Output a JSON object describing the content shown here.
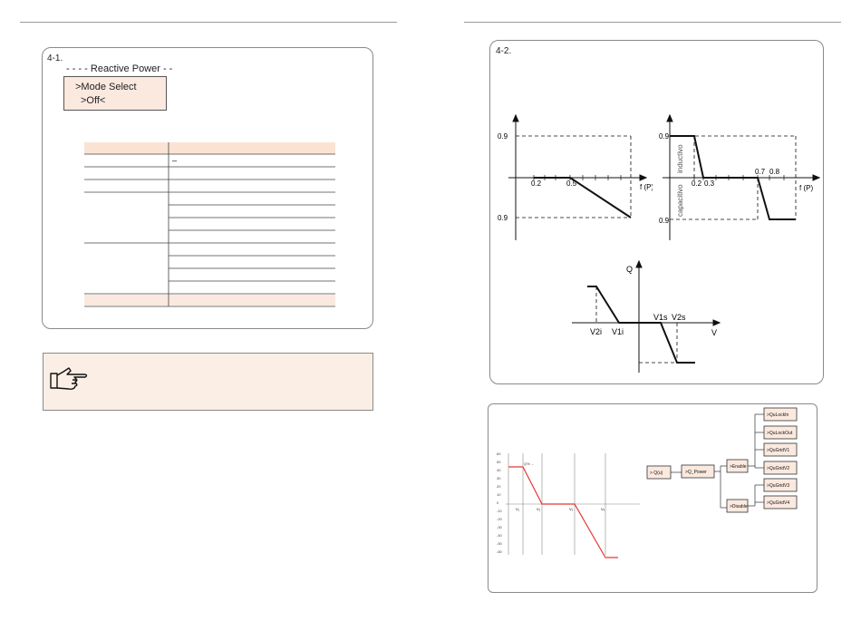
{
  "left_page": {
    "step": "4-1.",
    "lcd": {
      "header": "- - - -  Reactive Power - -",
      "line1": ">Mode Select",
      "line2": ">Off<"
    },
    "table": {
      "rows": [
        {
          "left": "",
          "right": ""
        },
        {
          "left": "",
          "right": "–"
        },
        {
          "left": "",
          "right": ""
        },
        {
          "left": "",
          "right": ""
        },
        {
          "left": "",
          "right": ""
        },
        {
          "left": "",
          "right": ""
        },
        {
          "left": "",
          "right": ""
        },
        {
          "left": "",
          "right": ""
        },
        {
          "left": "",
          "right": ""
        },
        {
          "left": "",
          "right": ""
        },
        {
          "left": "",
          "right": ""
        },
        {
          "left": "",
          "right": ""
        },
        {
          "left": "",
          "right": ""
        },
        {
          "left": "",
          "right": ""
        }
      ]
    },
    "note_icon": "pointing-hand-icon"
  },
  "right_page": {
    "step": "4-2.",
    "chart1": {
      "y_top": "0.9",
      "y_bottom": "0.9",
      "x_ticks": [
        "0.2",
        "0.5"
      ],
      "x_label": "f (P)"
    },
    "chart2": {
      "y_top": "0.9",
      "y_bottom": "0.9",
      "x_ticks": [
        "0.2",
        "0.3",
        "0.7",
        "0.8"
      ],
      "x_label": "f (P)",
      "upper_side": "inductivo",
      "lower_side": "capacitivo"
    },
    "chart3": {
      "y_label": "Q",
      "x_label": "V",
      "neg_ticks": [
        "V2i",
        "V1i"
      ],
      "pos_ticks": [
        "V1s",
        "V2s"
      ]
    },
    "tree": {
      "root": "> Q(u)",
      "mid": ">Q_Power",
      "enable": ">Enable",
      "disable": ">Disable",
      "leaves": [
        ">QuLockIn",
        ">QuLockOut",
        ">QuGridV1",
        ">QuGridV2",
        ">QuGridV3",
        ">QuGridV4"
      ]
    },
    "small_chart": {
      "y_ticks": [
        "60",
        "50",
        "40",
        "30",
        "20",
        "10",
        "0",
        "-10",
        "-20",
        "-30",
        "-40",
        "-50",
        "-60"
      ],
      "v_labels": [
        "V₁",
        "V₂",
        "V₃",
        "V₄"
      ],
      "corner": "Q% ←"
    }
  }
}
